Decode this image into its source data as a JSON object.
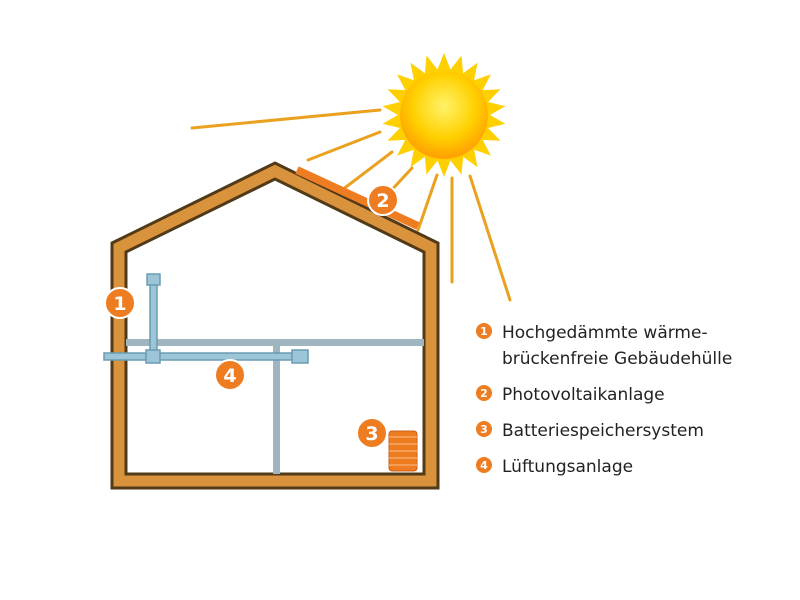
{
  "colors": {
    "house_outer": "#523a18",
    "house_fill": "#d8933c",
    "accent": "#ee7d22",
    "duct": "#9cc5d7",
    "duct_stroke": "#6a9bb3",
    "beam": "#9fb5c0",
    "ray": "#eaa11f",
    "sun_fill": "#ffd000",
    "sun_core": "#ffb300"
  },
  "markers": [
    {
      "id": "1",
      "label": "1"
    },
    {
      "id": "2",
      "label": "2"
    },
    {
      "id": "3",
      "label": "3"
    },
    {
      "id": "4",
      "label": "4"
    }
  ],
  "legend": [
    {
      "num": "1",
      "text": "Hochgedämmte wärme-\nbrückenfreie Gebäudehülle"
    },
    {
      "num": "2",
      "text": "Photovoltaikanlage"
    },
    {
      "num": "3",
      "text": "Batteriespeichersystem"
    },
    {
      "num": "4",
      "text": "Lüftungsanlage"
    }
  ]
}
